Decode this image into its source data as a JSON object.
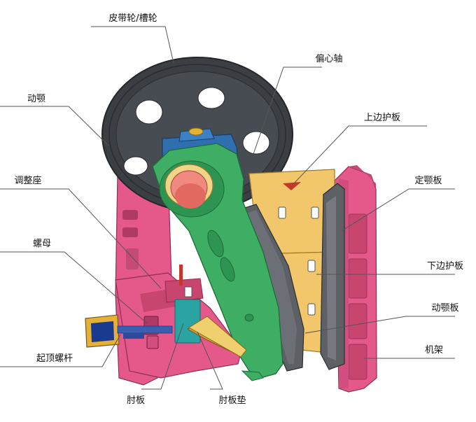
{
  "labels": {
    "pulley": "皮带轮/槽轮",
    "eccentric_shaft": "偏心轴",
    "moving_jaw": "动颚",
    "upper_guard": "上边护板",
    "fixed_jaw_plate": "定颚板",
    "adjust_seat": "调整座",
    "nut": "螺母",
    "lower_guard": "下边护板",
    "moving_jaw_plate": "动颚板",
    "frame": "机架",
    "jack_screw": "起顶螺杆",
    "toggle_plate": "肘板",
    "toggle_seat": "肘板垫"
  },
  "colors": {
    "frame": "#e4588a",
    "frame_dark": "#b03a66",
    "moving_jaw": "#3dae63",
    "guard_plate": "#f2c66a",
    "flywheel": "#3b3f44",
    "shaft": "#f08a80",
    "bearing": "#2f6fb0",
    "jaw_plate": "#5d6166",
    "adjust_seat": "#2aa3a3",
    "jack_screw": "#1a3a8f",
    "toggle_seat": "#d8a23a",
    "leader": "#555555"
  }
}
